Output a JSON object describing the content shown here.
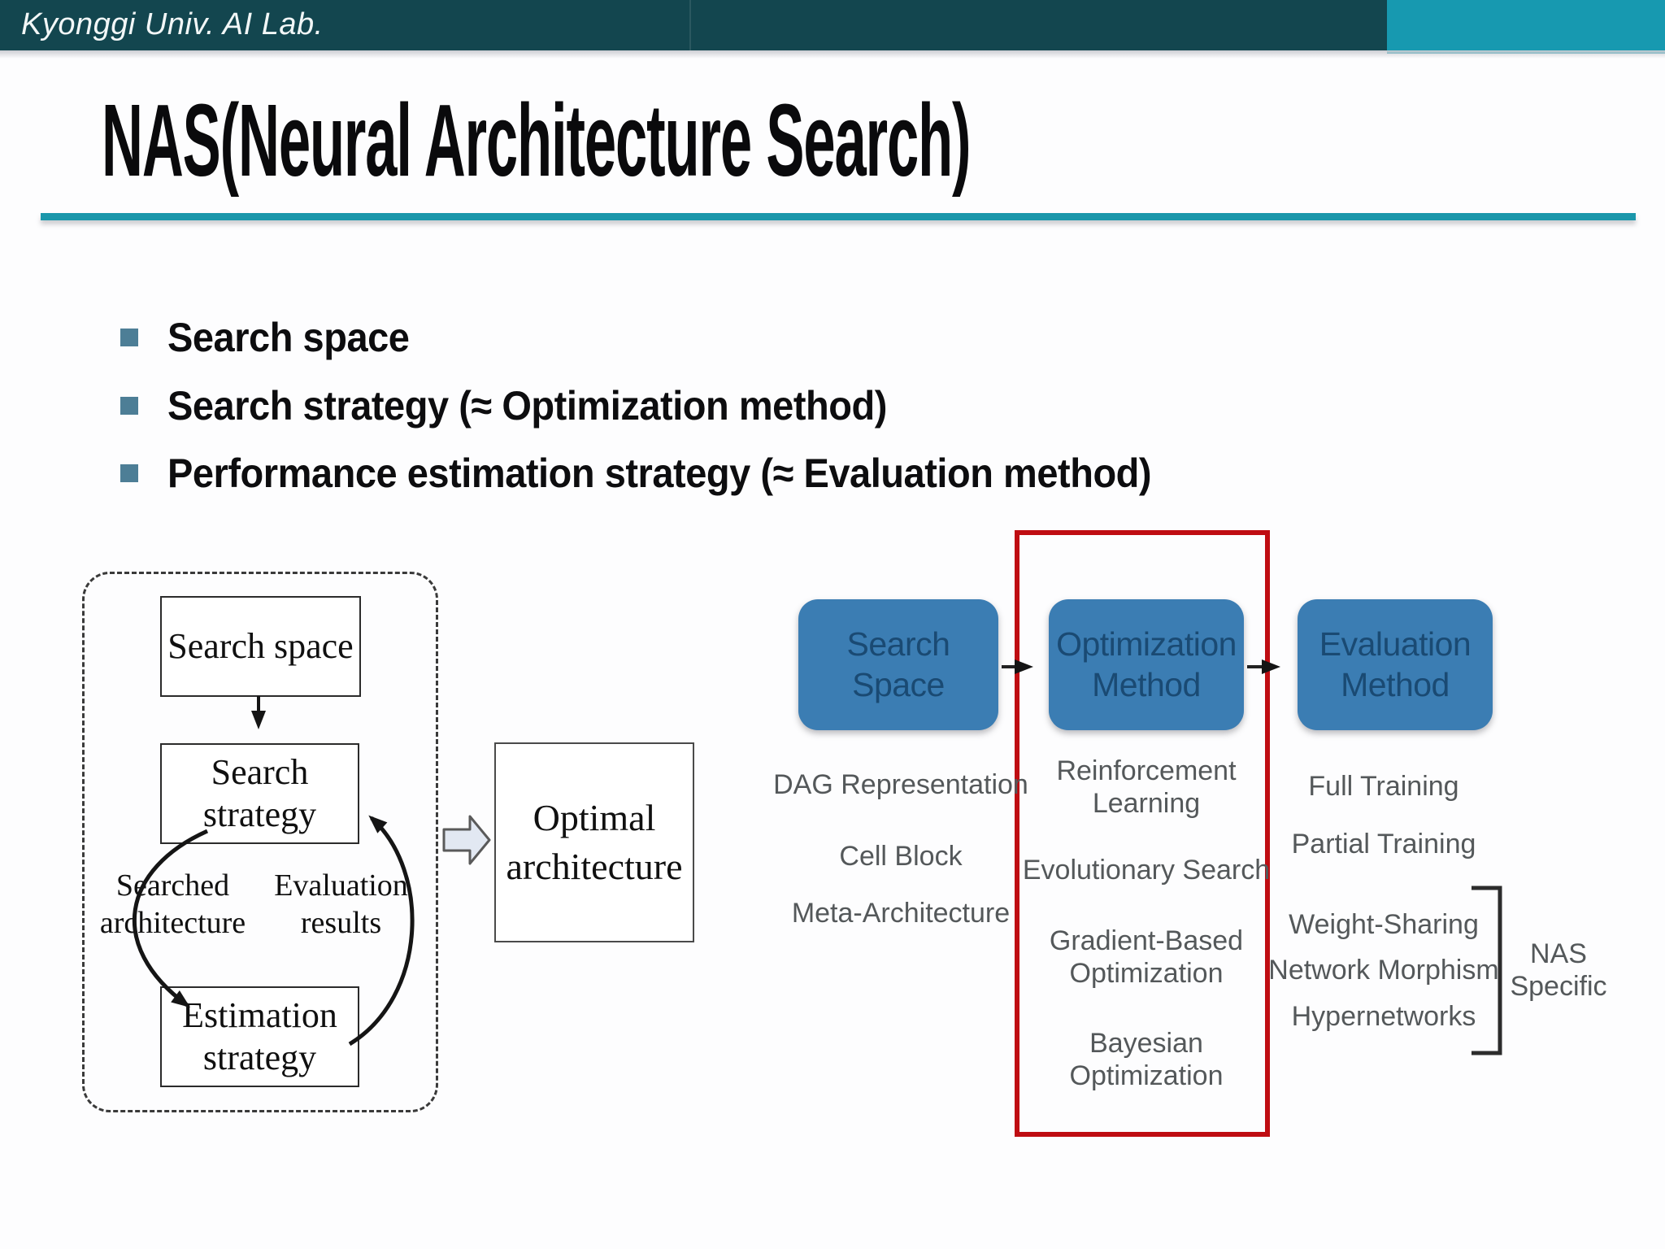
{
  "header": {
    "lab_name": "Kyonggi Univ. AI Lab."
  },
  "title": "NAS(Neural Architecture Search)",
  "bullets": [
    "Search space",
    "Search strategy (≈ Optimization method)",
    "Performance estimation strategy (≈ Evaluation method)"
  ],
  "left_diagram": {
    "search_space": "Search space",
    "search_strategy": "Search\nstrategy",
    "estimation_strategy": "Estimation\nstrategy",
    "searched_architecture": "Searched\narchitecture",
    "evaluation_results": "Evaluation\nresults",
    "optimal_architecture": "Optimal\narchitecture"
  },
  "right_diagram": {
    "flow_boxes": [
      {
        "label": "Search Space"
      },
      {
        "label": "Optimization\nMethod"
      },
      {
        "label": "Evaluation\nMethod"
      }
    ],
    "search_space_items": [
      "DAG Representation",
      "Cell Block",
      "Meta-Architecture"
    ],
    "optimization_items": [
      "Reinforcement\nLearning",
      "Evolutionary Search",
      "Gradient-Based\nOptimization",
      "Bayesian\nOptimization"
    ],
    "evaluation_items": [
      "Full Training",
      "Partial Training"
    ],
    "nas_specific_items": [
      "Weight-Sharing",
      "Network Morphism",
      "Hypernetworks"
    ],
    "bracket_label": "NAS\nSpecific"
  },
  "colors": {
    "bar_dark": "#13464f",
    "bar_light": "#1799b0",
    "rule": "#1b97ab",
    "bullet": "#4d7e96",
    "flow_box_fill": "#3b7db3",
    "flow_box_text": "#1a4a73",
    "label_gray": "#54585a",
    "highlight_red": "#bf0d12"
  }
}
